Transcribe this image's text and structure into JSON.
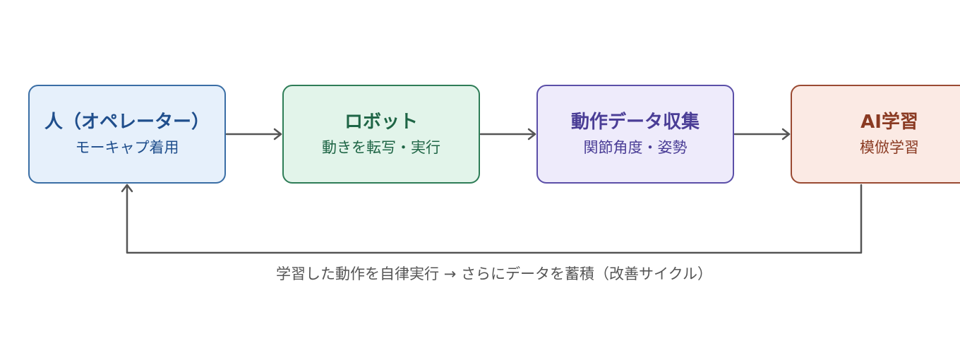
{
  "nodes": [
    {
      "title": "人（オペレーター）",
      "subtitle": "モーキャプ着用"
    },
    {
      "title": "ロボット",
      "subtitle": "動きを転写・実行"
    },
    {
      "title": "動作データ収集",
      "subtitle": "関節角度・姿勢"
    },
    {
      "title": "AI学習",
      "subtitle": "模倣学習"
    }
  ],
  "loop_caption": "学習した動作を自律実行 → さらにデータを蓄積（改善サイクル）",
  "colors": {
    "arrow": "#555555",
    "node1_fill": "#e6f0fb",
    "node1_border": "#3a6ea5",
    "node2_fill": "#e2f4ea",
    "node2_border": "#2e7d57",
    "node3_fill": "#eeebfb",
    "node3_border": "#5b4fa8",
    "node4_fill": "#fbeae4",
    "node4_border": "#9a4a32"
  }
}
